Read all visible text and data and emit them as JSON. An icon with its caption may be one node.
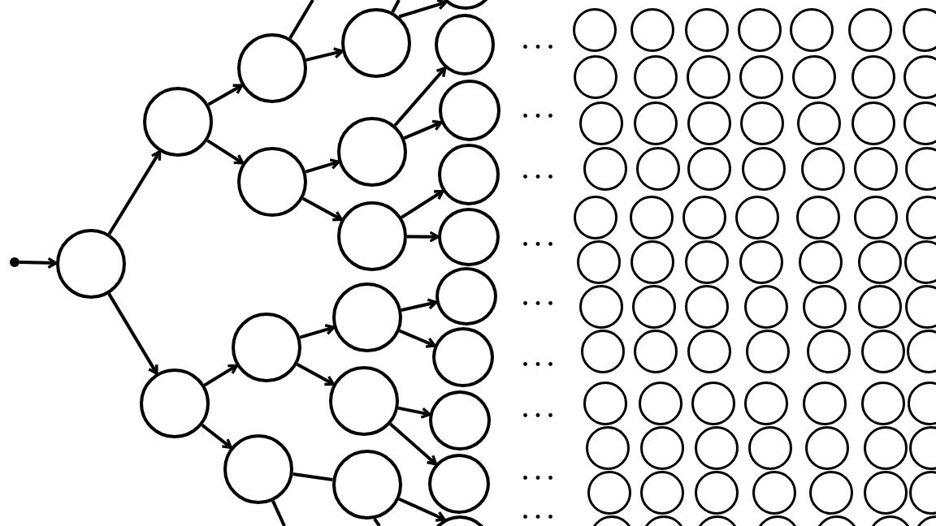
{
  "diagram": {
    "nodes": [
      {
        "text": [],
        "shape": "dot"
      },
      {
        "text": [],
        "shape": "circle"
      },
      {
        "text": [],
        "shape": "circle"
      },
      {
        "text": [],
        "shape": "circle"
      },
      {
        "text": [],
        "shape": "circle"
      },
      {
        "text": [],
        "shape": "circle"
      },
      {
        "text": [],
        "shape": "circle"
      },
      {
        "text": [],
        "shape": "circle"
      },
      {
        "text": [],
        "shape": "circle"
      },
      {
        "text": [],
        "shape": "circle"
      },
      {
        "text": [],
        "shape": "circle"
      },
      {
        "text": [],
        "shape": "circle"
      },
      {
        "text": [],
        "shape": "circle"
      },
      {
        "text": [],
        "shape": "circle"
      },
      {
        "text": [],
        "shape": "circle"
      },
      {
        "text": [],
        "shape": "circle"
      },
      {
        "text": [],
        "shape": "circle"
      },
      {
        "text": [],
        "shape": "circle"
      },
      {
        "text": [],
        "shape": "circle"
      },
      {
        "text": [],
        "shape": "circle"
      },
      {
        "text": [],
        "shape": "circle"
      },
      {
        "text": [],
        "shape": "circle"
      },
      {
        "text": [],
        "shape": "circle"
      },
      {
        "text": [],
        "shape": "circle"
      },
      {
        "text": [],
        "shape": "circle"
      },
      {
        "text": [],
        "shape": "circle"
      },
      {
        "text": [],
        "shape": "circle"
      },
      {
        "text": [],
        "shape": "circle"
      },
      {
        "text": [],
        "shape": "circle"
      },
      {
        "text": [],
        "shape": "circle"
      },
      {
        "text": [],
        "shape": "circle"
      },
      {
        "text": [],
        "shape": "circle"
      },
      {
        "text": [],
        "shape": "circle"
      },
      {
        "text": [],
        "shape": "circle"
      },
      {
        "text": [],
        "shape": "circle"
      },
      {
        "text": [],
        "shape": "circle"
      },
      {
        "text": [],
        "shape": "circle"
      },
      {
        "text": [],
        "shape": "circle"
      },
      {
        "text": [],
        "shape": "circle"
      },
      {
        "text": [],
        "shape": "circle"
      },
      {
        "text": [],
        "shape": "circle"
      },
      {
        "text": [],
        "shape": "circle"
      },
      {
        "text": [],
        "shape": "circle"
      },
      {
        "text": [],
        "shape": "circle"
      },
      {
        "text": [],
        "shape": "circle"
      },
      {
        "text": [],
        "shape": "circle"
      },
      {
        "text": [],
        "shape": "circle"
      },
      {
        "text": [],
        "shape": "circle"
      },
      {
        "text": [],
        "shape": "circle"
      },
      {
        "text": [],
        "shape": "circle"
      },
      {
        "text": [],
        "shape": "circle"
      },
      {
        "text": [],
        "shape": "circle"
      },
      {
        "text": [],
        "shape": "circle"
      },
      {
        "text": [],
        "shape": "circle"
      },
      {
        "text": [],
        "shape": "circle"
      },
      {
        "text": [],
        "shape": "circle"
      },
      {
        "text": [],
        "shape": "circle"
      },
      {
        "text": [],
        "shape": "circle"
      },
      {
        "text": [],
        "shape": "circle"
      },
      {
        "text": [],
        "shape": "circle"
      },
      {
        "text": [],
        "shape": "circle"
      },
      {
        "text": [],
        "shape": "circle"
      },
      {
        "text": [],
        "shape": "circle"
      },
      {
        "text": [],
        "shape": "circle"
      },
      {
        "text": [],
        "shape": "circle"
      },
      {
        "text": [],
        "shape": "circle"
      },
      {
        "text": [],
        "shape": "circle"
      },
      {
        "text": [],
        "shape": "circle"
      },
      {
        "text": [],
        "shape": "circle"
      },
      {
        "text": [],
        "shape": "circle"
      },
      {
        "text": [],
        "shape": "circle"
      },
      {
        "text": [],
        "shape": "circle"
      },
      {
        "text": [],
        "shape": "circle"
      },
      {
        "text": [],
        "shape": "circle"
      },
      {
        "text": [],
        "shape": "circle"
      },
      {
        "text": [],
        "shape": "circle"
      },
      {
        "text": [],
        "shape": "circle"
      },
      {
        "text": [],
        "shape": "circle"
      },
      {
        "text": [],
        "shape": "circle"
      },
      {
        "text": [],
        "shape": "circle"
      },
      {
        "text": [],
        "shape": "circle"
      },
      {
        "text": [],
        "shape": "circle"
      },
      {
        "text": [],
        "shape": "circle"
      },
      {
        "text": [],
        "shape": "circle"
      },
      {
        "text": [],
        "shape": "circle"
      },
      {
        "text": [],
        "shape": "circle"
      },
      {
        "text": [],
        "shape": "circle"
      },
      {
        "text": [],
        "shape": "circle"
      },
      {
        "text": [],
        "shape": "circle"
      },
      {
        "text": [],
        "shape": "circle"
      },
      {
        "text": [],
        "shape": "circle"
      },
      {
        "text": [],
        "shape": "circle"
      },
      {
        "text": [],
        "shape": "circle"
      },
      {
        "text": [],
        "shape": "circle"
      },
      {
        "text": [],
        "shape": "circle"
      },
      {
        "text": [],
        "shape": "circle"
      },
      {
        "text": [],
        "shape": "circle"
      },
      {
        "text": [],
        "shape": "circle"
      },
      {
        "text": [],
        "shape": "circle"
      },
      {
        "text": [],
        "shape": "circle"
      },
      {
        "text": [],
        "shape": "circle"
      },
      {
        "text": [],
        "shape": "circle"
      },
      {
        "text": [],
        "shape": "circle"
      },
      {
        "text": [],
        "shape": "circle"
      },
      {
        "text": [],
        "shape": "circle"
      },
      {
        "text": [],
        "shape": "circle"
      },
      {
        "text": [],
        "shape": "circle"
      },
      {
        "text": [],
        "shape": "circle"
      }
    ],
    "edges": [
      {
        "from": 0,
        "to": 1,
        "arrow": "to"
      },
      {
        "from": 1,
        "to": 2,
        "arrow": "to"
      },
      {
        "from": 1,
        "to": 3,
        "arrow": "to"
      },
      {
        "from": 2,
        "to": 4,
        "arrow": "to"
      },
      {
        "from": 2,
        "to": 5,
        "arrow": "to"
      },
      {
        "from": 3,
        "to": 6,
        "arrow": "to"
      },
      {
        "from": 3,
        "to": 7,
        "arrow": "to"
      },
      {
        "from": 4,
        "to": null,
        "arrow": "none"
      },
      {
        "from": 4,
        "to": 8,
        "arrow": "to"
      },
      {
        "from": 5,
        "to": 9,
        "arrow": "to"
      },
      {
        "from": 5,
        "to": 10,
        "arrow": "to"
      },
      {
        "from": 6,
        "to": 11,
        "arrow": "to"
      },
      {
        "from": 6,
        "to": 12,
        "arrow": "to"
      },
      {
        "from": 7,
        "to": 13,
        "arrow": "none"
      },
      {
        "from": 7,
        "to": null,
        "arrow": "none"
      },
      {
        "from": 8,
        "to": null,
        "arrow": "none"
      },
      {
        "from": 8,
        "to": 14,
        "arrow": "to"
      },
      {
        "from": 9,
        "to": 15,
        "arrow": "to"
      },
      {
        "from": 9,
        "to": 16,
        "arrow": "to"
      },
      {
        "from": 10,
        "to": 17,
        "arrow": "to"
      },
      {
        "from": 10,
        "to": 18,
        "arrow": "to"
      },
      {
        "from": 11,
        "to": 19,
        "arrow": "to"
      },
      {
        "from": 11,
        "to": 20,
        "arrow": "to"
      },
      {
        "from": 12,
        "to": 21,
        "arrow": "to"
      },
      {
        "from": 12,
        "to": 22,
        "arrow": "to"
      },
      {
        "from": 13,
        "to": 23,
        "arrow": "to"
      },
      {
        "from": 13,
        "to": null,
        "arrow": "none"
      }
    ]
  }
}
